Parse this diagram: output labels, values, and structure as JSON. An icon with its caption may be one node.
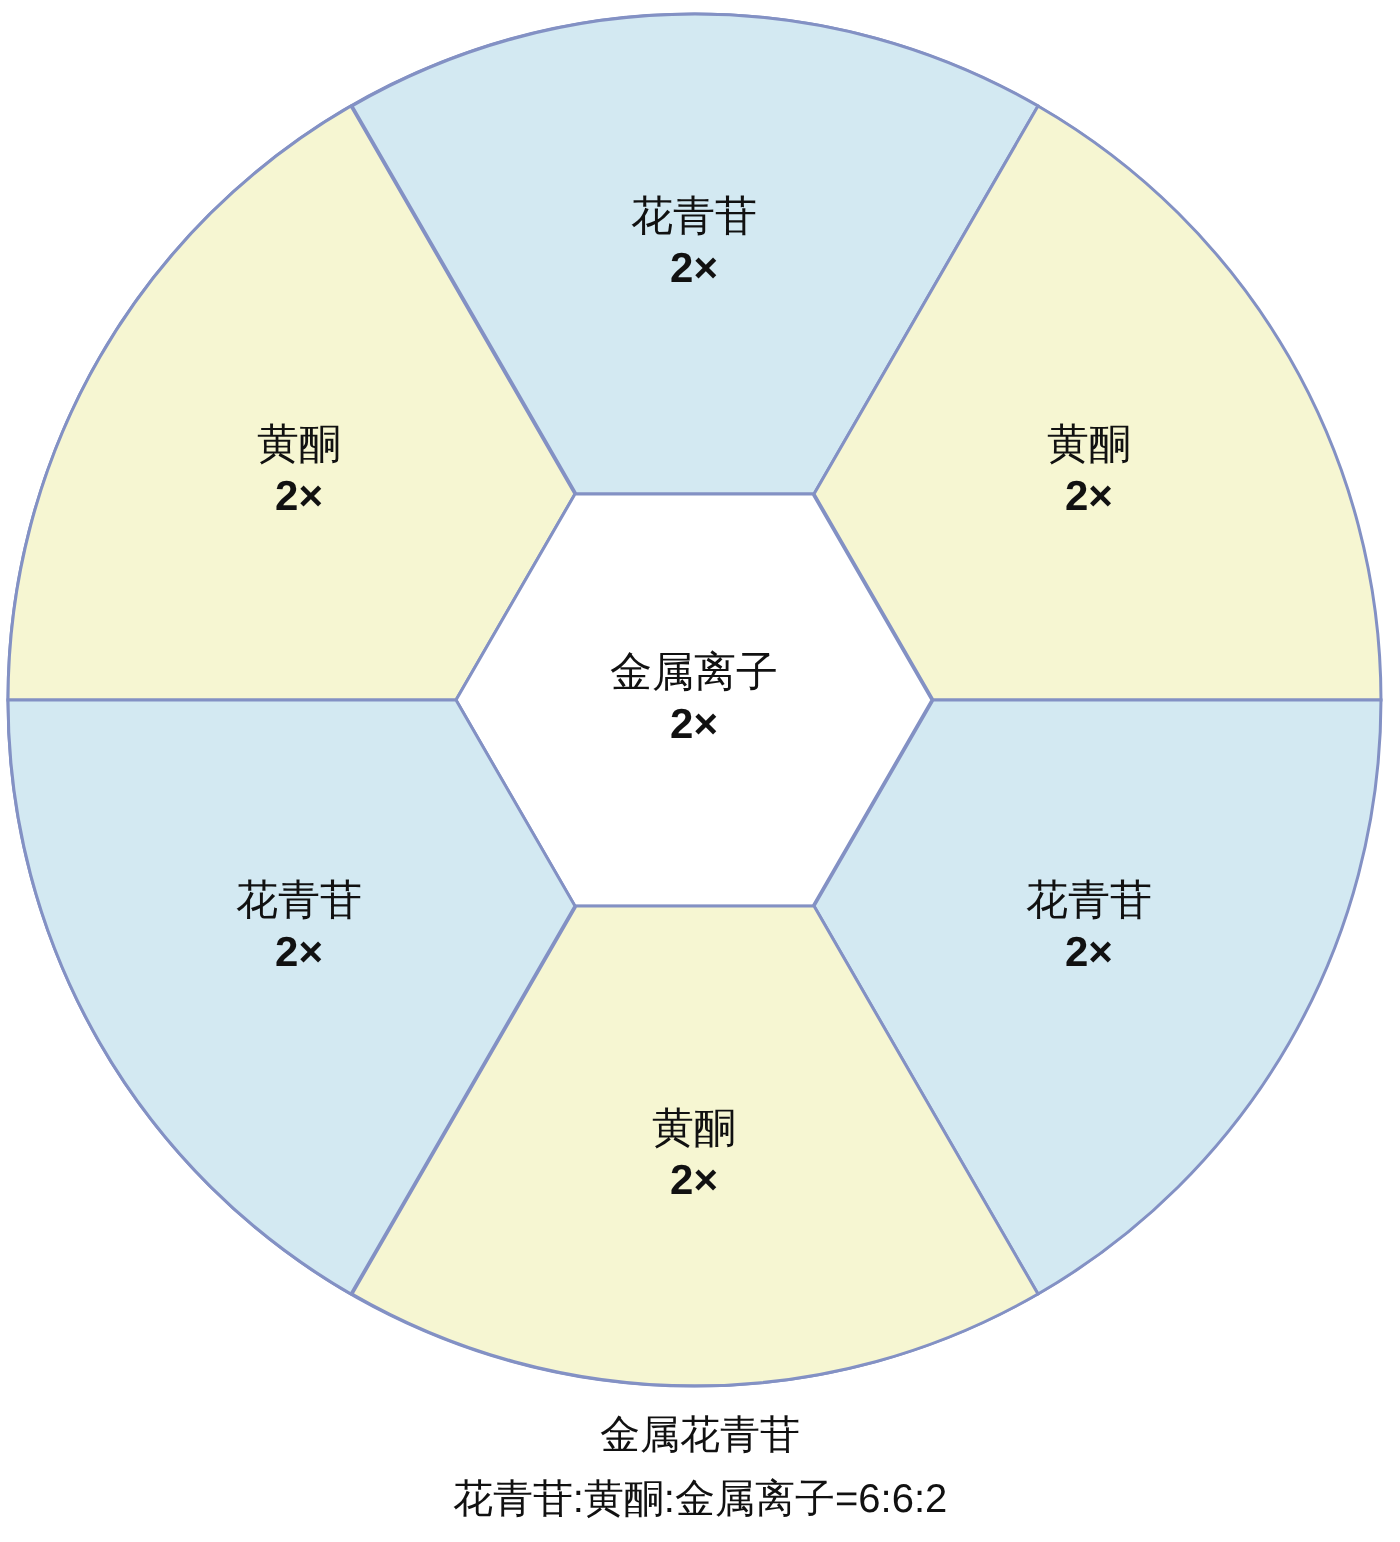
{
  "diagram": {
    "caption": "金属花青苷",
    "nodes": [
      {
        "text": [
          "花青苷",
          "2×"
        ]
      },
      {
        "text": [
          "黄酮",
          "2×"
        ]
      },
      {
        "text": [
          "黄酮",
          "2×"
        ]
      },
      {
        "text": [
          "金属离子",
          "2×"
        ]
      },
      {
        "text": [
          "花青苷",
          "2×"
        ]
      },
      {
        "text": [
          "花青苷",
          "2×"
        ]
      },
      {
        "text": [
          "黄酮",
          "2×"
        ]
      }
    ],
    "labels": [
      "花青苷:黄酮:金属离子=6:6:2"
    ]
  }
}
